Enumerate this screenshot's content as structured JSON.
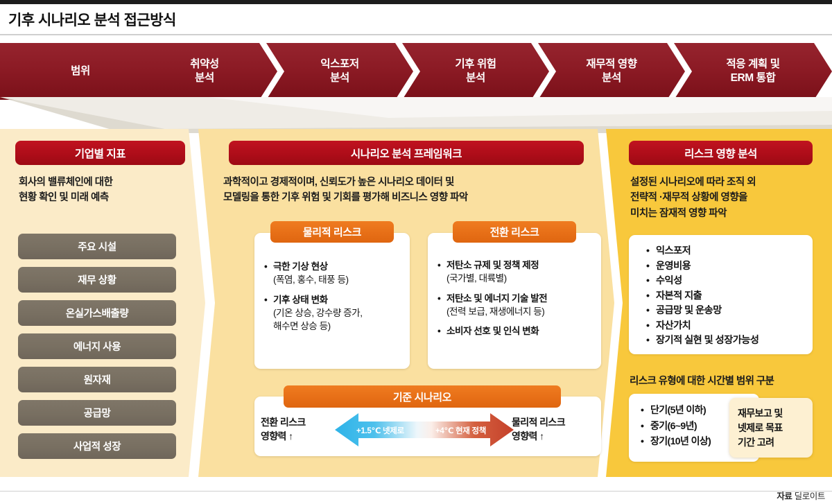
{
  "header": {
    "title": "기후 시나리오 분석 접근방식"
  },
  "process": {
    "steps": [
      {
        "label": "범위"
      },
      {
        "label": "취약성\n분석"
      },
      {
        "label": "익스포저\n분석"
      },
      {
        "label": "기후 위험\n분석"
      },
      {
        "label": "재무적 영향\n분석"
      },
      {
        "label": "적응 계획 및\nERM 통합"
      }
    ]
  },
  "left_panel": {
    "badge": "기업별 지표",
    "description": "회사의 밸류체인에 대한\n현황 확인 및 미래 예측",
    "items": [
      {
        "label": "주요 시설"
      },
      {
        "label": "재무 상황"
      },
      {
        "label": "온실가스배출량"
      },
      {
        "label": "에너지 사용"
      },
      {
        "label": "원자재"
      },
      {
        "label": "공급망"
      },
      {
        "label": "사업적 성장"
      }
    ]
  },
  "center_panel": {
    "badge": "시나리오 분석 프레임워크",
    "description": "과학적이고 경제적이며, 신뢰도가 높은 시나리오 데이터 및\n모델링을 통한 기후 위험 및 기회를 평가해 비즈니스 영향 파악",
    "physical_risk": {
      "title": "물리적 리스크",
      "items": [
        {
          "main": "극한 기상 현상",
          "sub": "(폭염, 홍수, 태풍 등)"
        },
        {
          "main": "기후 상태 변화",
          "sub": "(기온 상승, 강수량 증가,\n해수면 상승 등)"
        }
      ]
    },
    "transition_risk": {
      "title": "전환 리스크",
      "items": [
        {
          "main": "저탄소 규제 및 정책 제정",
          "sub": "(국가별, 대륙별)"
        },
        {
          "main": "저탄소 및 에너지 기술 발전",
          "sub": "(전력 보급, 재생에너지 등)"
        },
        {
          "main": "소비자 선호 및 인식 변화",
          "sub": ""
        }
      ]
    },
    "baseline": {
      "title": "기준 시나리오",
      "left_label": "전환 리스크\n영향력 ↑",
      "right_label": "물리적 리스크\n영향력 ↑",
      "arrow_left_text": "+1.5℃ 넷제로",
      "arrow_right_text": "+4℃ 현재 정책"
    }
  },
  "right_panel": {
    "badge": "리스크 영향 분석",
    "description": "설정된 시나리오에 따라 조직 외\n전략적 ·재무적 상황에 영향을\n미치는 잠재적 영향 파악",
    "impact_items": [
      {
        "label": "익스포저"
      },
      {
        "label": "운영비용"
      },
      {
        "label": "수익성"
      },
      {
        "label": "자본적 지출"
      },
      {
        "label": "공급망 및 운송망"
      },
      {
        "label": "자산가치"
      },
      {
        "label": "장기적 실현 및 성장가능성"
      }
    ],
    "horizon_title": "리스크 유형에 대한 시간별 범위 구분",
    "horizon_items": [
      {
        "label": "단기(5년 이하)"
      },
      {
        "label": "중기(6~9년)"
      },
      {
        "label": "장기(10년 이상)"
      }
    ],
    "note": "재무보고 및\n넷제로 목표\n기간 고려"
  },
  "footer": {
    "source_label": "자료",
    "source_value": "딜로이트"
  },
  "colors": {
    "chevron_red": "#8b1a24",
    "badge_red": "#ae0d19",
    "orange": "#e76f17",
    "pill_gray": "#786f61",
    "panel_left": "#fbebc8",
    "panel_center": "#fae0a0",
    "panel_right": "#f8c83c",
    "arrow_blue": "#35b6e8",
    "arrow_red": "#c5402a"
  }
}
